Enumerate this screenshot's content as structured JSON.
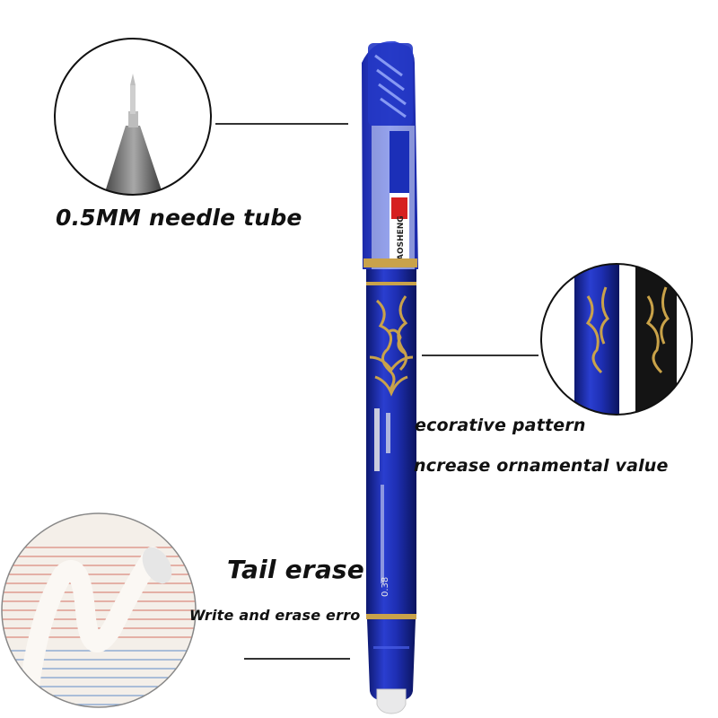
{
  "callouts": {
    "needle": {
      "label": "0.5MM needle tube"
    },
    "decorative": {
      "line1": "ecorative pattern",
      "line2": "ncrease ornamental value"
    },
    "tail": {
      "title": "Tail erase",
      "subtitle": "Write and erase erro"
    }
  },
  "pen": {
    "cap_brand": "AOSHENG",
    "barrel_size": "0.38",
    "colors": {
      "barrel": "#1e2fb4",
      "barrel_dark": "#0f1a78",
      "gold": "#c9a24a",
      "eraser": "#e9e9ea"
    }
  }
}
